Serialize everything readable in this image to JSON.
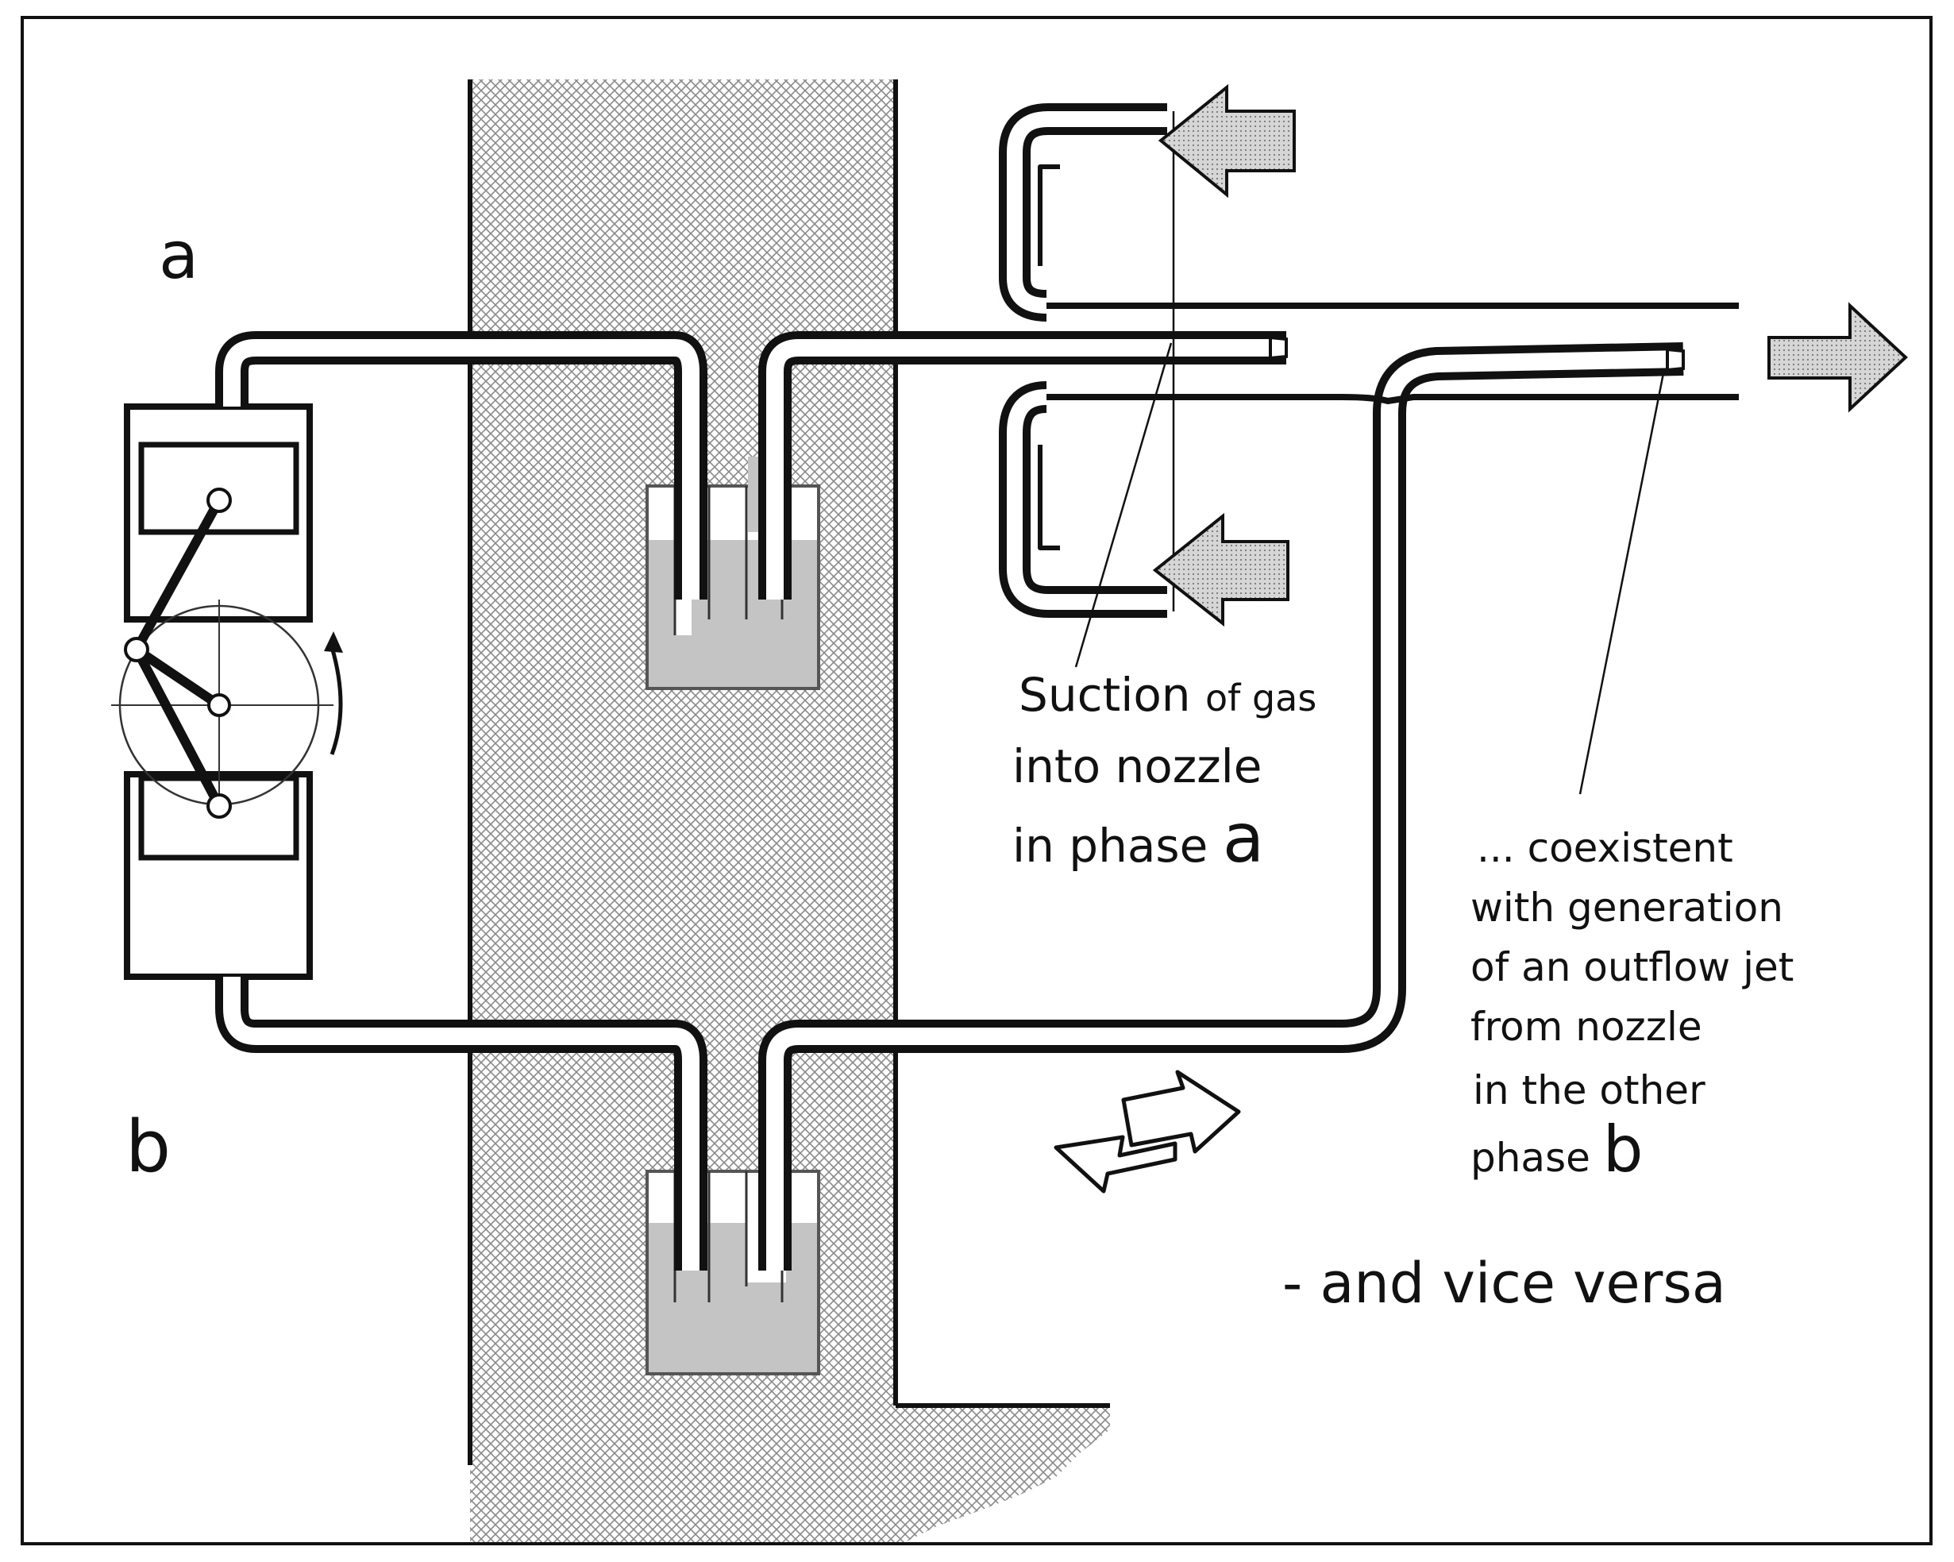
{
  "labels": {
    "phase_a": "a",
    "phase_b": "b",
    "suction_line1_big": "Suction ",
    "suction_line1_small": "of gas",
    "suction_line2": "into nozzle",
    "suction_line3": "in phase ",
    "suction_phase_letter": "a",
    "coexistent_line1": "... coexistent",
    "coexistent_line2": "with generation",
    "coexistent_line3": "of an outflow jet",
    "coexistent_line4": "from nozzle",
    "coexistent_line5": "in the other",
    "coexistent_line6": "phase ",
    "coexistent_phase_letter": "b",
    "vice_versa": "- and vice versa"
  },
  "colors": {
    "ink": "#111111",
    "water": "#c4c4c4",
    "hatch": "#8a8a8a",
    "arrow_fill": "#cfcfcf",
    "background": "#ffffff"
  }
}
